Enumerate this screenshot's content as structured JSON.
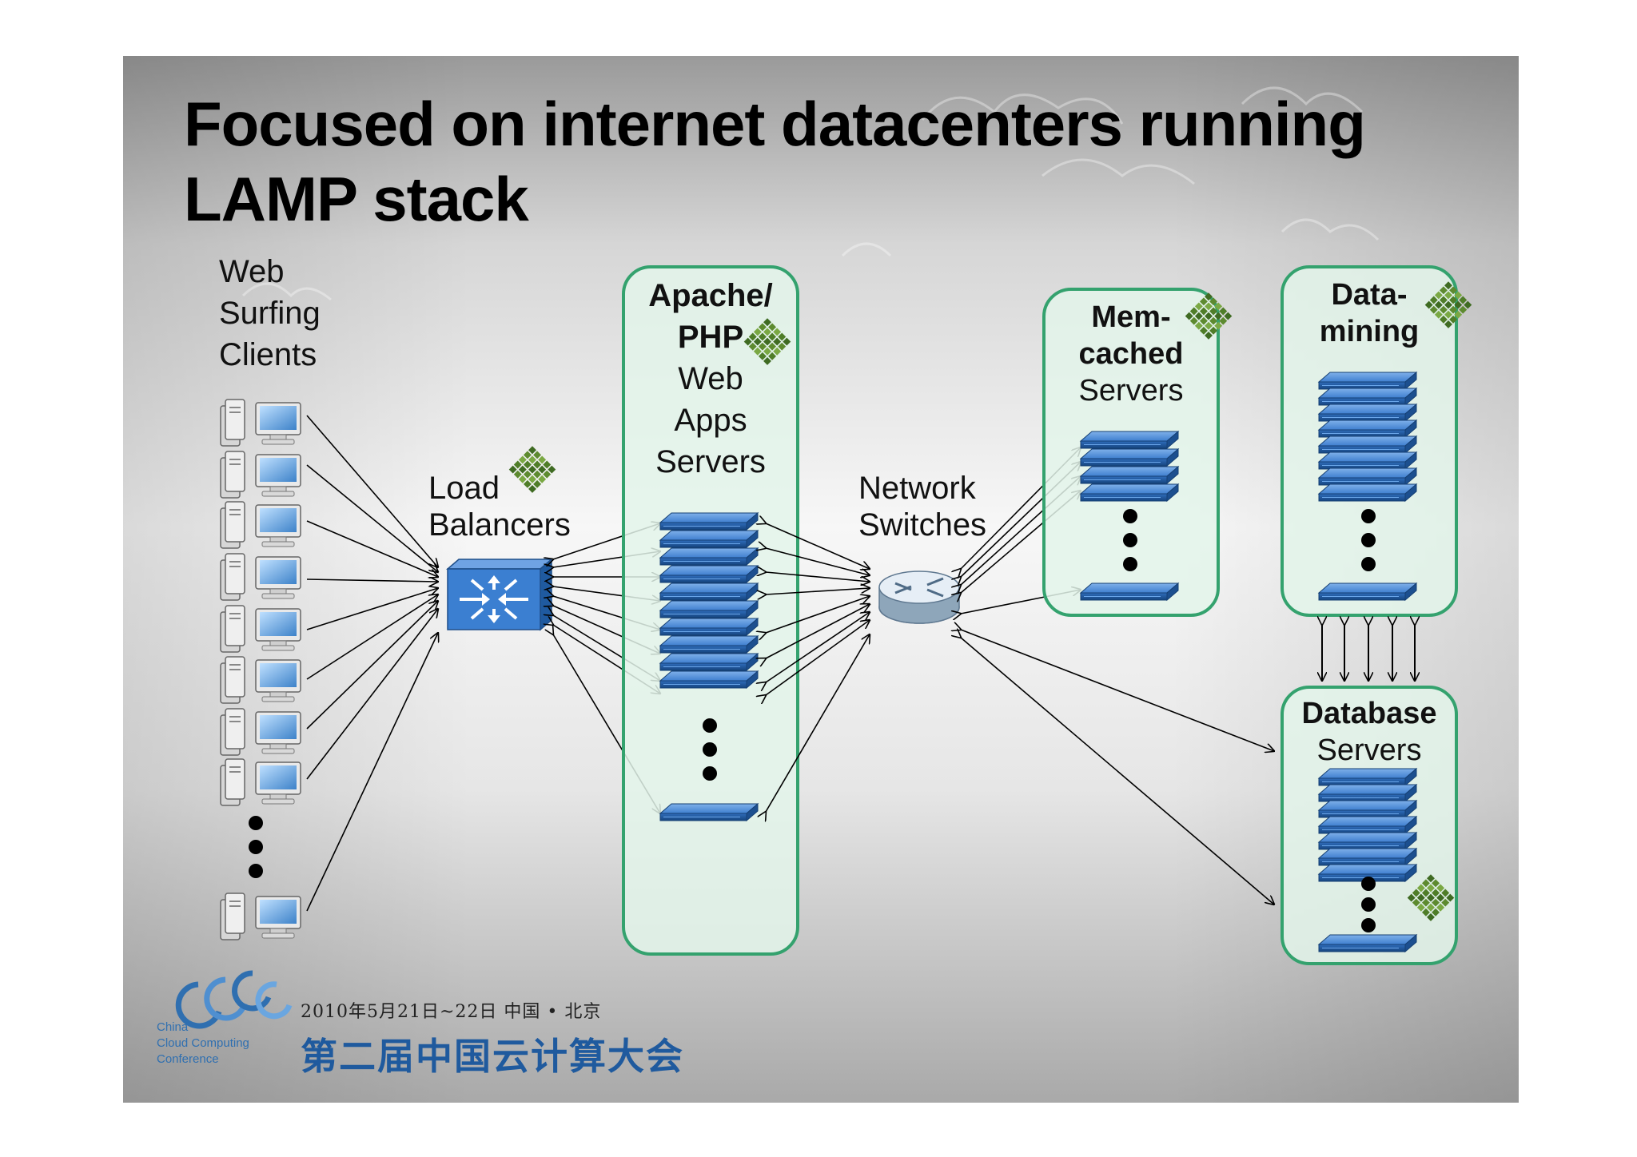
{
  "slide": {
    "title_lines": [
      "Focused on internet datacenters running",
      "LAMP stack"
    ]
  },
  "diagram": {
    "clients_label": [
      "Web",
      "Surfing",
      "Clients"
    ],
    "load_balancers_label": [
      "Load",
      "Balancers"
    ],
    "web_apps_group": {
      "bold": [
        "Apache/",
        "PHP"
      ],
      "regular": [
        "Web",
        "Apps",
        "Servers"
      ]
    },
    "network_switches_label": [
      "Network",
      "Switches"
    ],
    "memcached_group": {
      "bold": [
        "Mem-",
        "cached"
      ],
      "regular": [
        "Servers"
      ]
    },
    "datamining_group": {
      "bold": [
        "Data-",
        "mining"
      ]
    },
    "database_group": {
      "bold": [
        "Database"
      ],
      "regular": [
        "Servers"
      ]
    }
  },
  "footer": {
    "logo_lines": [
      "China",
      "Cloud Computing",
      "Conference"
    ],
    "date_text": "2010年5月21日~22日  中国 • 北京",
    "conference_name": "第二届中国云计算大会"
  },
  "colors": {
    "group_fill": "#e3f4ea",
    "group_border": "#34a26e",
    "server_blue": "#2d6fc0",
    "switch_blue": "#3b7fd1",
    "logo_blue": "#2f6fb0",
    "conference_blue": "#1f5a9e"
  },
  "icons": [
    "desktop-computer-icon",
    "load-balancer-switch-icon",
    "rack-server-icon",
    "router-icon",
    "php-diamond-icon",
    "ellipsis-dots-icon"
  ]
}
